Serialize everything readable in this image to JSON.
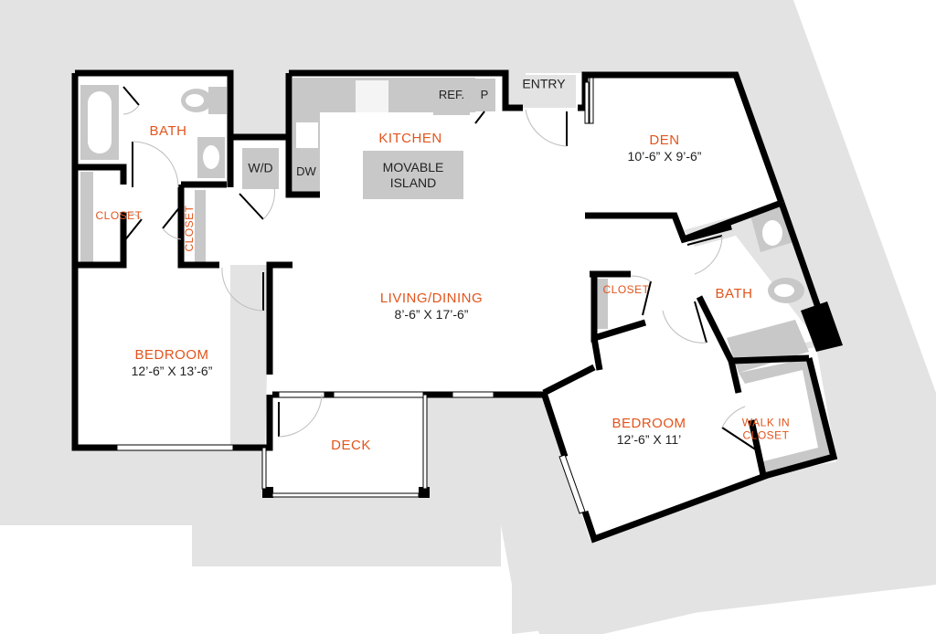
{
  "plan": {
    "colors": {
      "outside": "#e3e3e3",
      "floor": "#ffffff",
      "wall": "#000000",
      "fixture": "#c8c8c8",
      "room_label": "#e2541c",
      "dim_label": "#222222"
    },
    "rooms": [
      {
        "id": "bath-1",
        "name": "BATH",
        "dims": ""
      },
      {
        "id": "closet-1",
        "name": "CLOSET",
        "dims": ""
      },
      {
        "id": "closet-2",
        "name": "CLOSET",
        "dims": ""
      },
      {
        "id": "bedroom-1",
        "name": "BEDROOM",
        "dims": "12’-6” X 13’-6”"
      },
      {
        "id": "kitchen",
        "name": "KITCHEN",
        "dims": ""
      },
      {
        "id": "living-dining",
        "name": "LIVING/DINING",
        "dims": "8’-6” X 17’-6”"
      },
      {
        "id": "deck",
        "name": "DECK",
        "dims": ""
      },
      {
        "id": "den",
        "name": "DEN",
        "dims": "10’-6” X 9’-6”"
      },
      {
        "id": "closet-3",
        "name": "CLOSET",
        "dims": ""
      },
      {
        "id": "bath-2",
        "name": "BATH",
        "dims": ""
      },
      {
        "id": "bedroom-2",
        "name": "BEDROOM",
        "dims": "12’-6” X 11’"
      },
      {
        "id": "walk-in-closet",
        "name": "WALK IN CLOSET",
        "line1": "WALK IN",
        "line2": "CLOSET",
        "dims": ""
      }
    ],
    "fixtures": {
      "washer_dryer": "W/D",
      "dishwasher": "DW",
      "refrigerator": "REF.",
      "pantry": "P",
      "island_line1": "MOVABLE",
      "island_line2": "ISLAND",
      "entry": "ENTRY"
    }
  }
}
